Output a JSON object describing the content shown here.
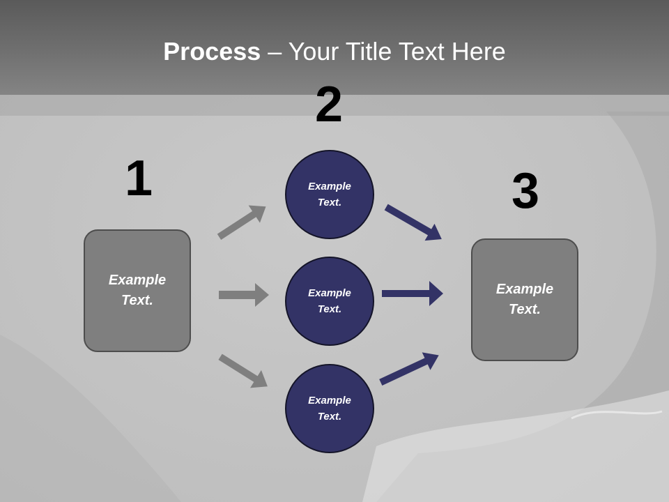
{
  "title": {
    "bold": "Process",
    "rest": " – Your Title Text Here"
  },
  "steps": {
    "one": "1",
    "two": "2",
    "three": "3"
  },
  "left_box": {
    "text": "Example\nText."
  },
  "right_box": {
    "text": "Example\nText."
  },
  "circles": [
    {
      "text": "Example\nText."
    },
    {
      "text": "Example\nText."
    },
    {
      "text": "Example\nText."
    }
  ],
  "colors": {
    "title_band": "#6b6b6b",
    "box_fill": "#7f7f7f",
    "circle_fill": "#333366",
    "gray_arrow": "#7f7f7f",
    "navy_arrow": "#333366"
  }
}
